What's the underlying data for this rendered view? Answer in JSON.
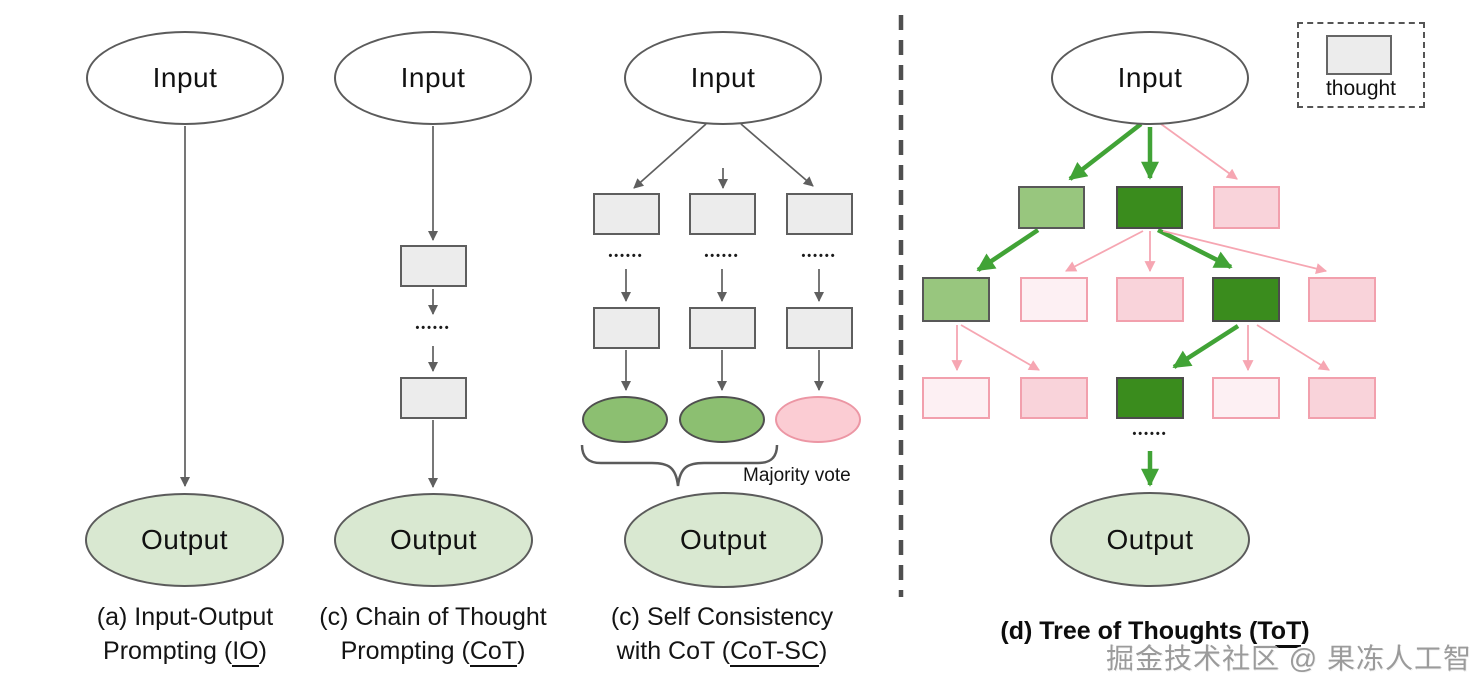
{
  "panels": {
    "io": {
      "input_label": "Input",
      "output_label": "Output",
      "caption": {
        "line1": "(a) Input-Output",
        "line2_pre": "Prompting (",
        "line2_underline": "IO",
        "line2_post": ")"
      }
    },
    "cot": {
      "input_label": "Input",
      "output_label": "Output",
      "caption": {
        "line1": "(c) Chain of Thought",
        "line2_pre": "Prompting (",
        "line2_underline": "CoT",
        "line2_post": ")"
      }
    },
    "cotsc": {
      "input_label": "Input",
      "output_label": "Output",
      "majority_vote_label": "Majority vote",
      "result_states": [
        "green",
        "green",
        "pink"
      ],
      "caption": {
        "line1": "(c) Self Consistency",
        "line2_pre": "with CoT (",
        "line2_underline": "CoT-SC",
        "line2_post": ")"
      }
    },
    "tot": {
      "input_label": "Input",
      "output_label": "Output",
      "legend_label": "thought",
      "levels": [
        [
          "green-mid",
          "green-dark",
          "pink-light"
        ],
        [
          "green-mid",
          "pink-xlight",
          "pink-light",
          "green-dark",
          "pink-light"
        ],
        [
          "pink-xlight",
          "pink-light",
          "green-dark",
          "pink-xlight",
          "pink-light"
        ]
      ],
      "caption": {
        "pre": "(d) Tree of Thoughts (",
        "underline": "ToT",
        "post": ")"
      }
    }
  },
  "dots": "••••••",
  "watermark": "掘金技术社区 @ 果冻人工智能",
  "colors": {
    "background": "#ffffff",
    "node_border": "#5b5b5b",
    "thought_box_fill": "#ececec",
    "output_fill": "#d9e8d1",
    "green_dark": "#3a8c1d",
    "green_mid": "#98c67e",
    "pink_light": "#f9d3da",
    "pink_xlight": "#fdf0f3",
    "pink_border": "#f2a0ad",
    "green_arrow": "#41a336",
    "pink_arrow": "#f6a6b2",
    "gray_arrow": "#5f5f5f",
    "sc_green_ellipse": "#8cbf71",
    "sc_pink_ellipse": "#fbccd3"
  }
}
